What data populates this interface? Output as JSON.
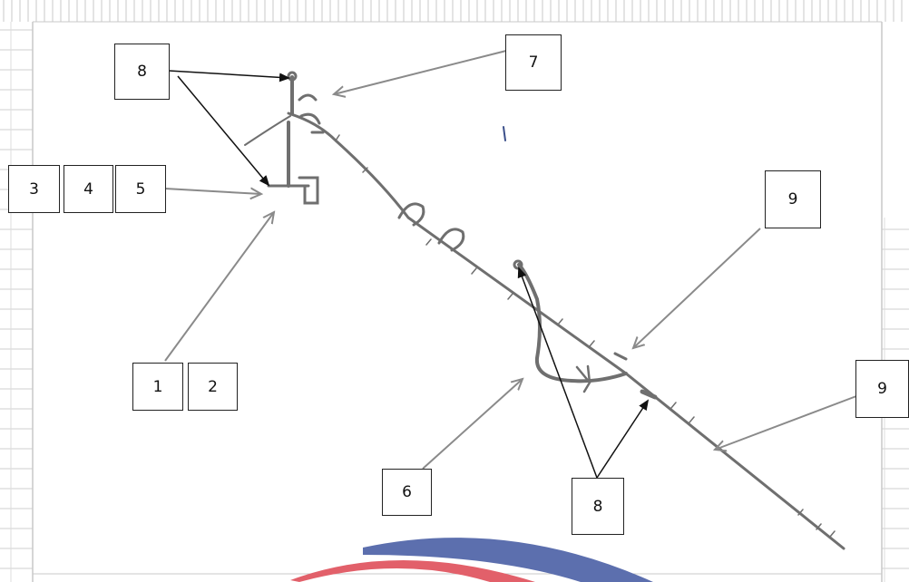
{
  "callouts": {
    "c8_top": "8",
    "c7": "7",
    "c3": "3",
    "c4": "4",
    "c5": "5",
    "c1": "1",
    "c2": "2",
    "c9_upper": "9",
    "c9_right": "9",
    "c6": "6",
    "c8_bottom": "8"
  },
  "colors": {
    "background": "#ffffff",
    "frame": "#c8c8c8",
    "pipe": "#6f6f6f",
    "arrow_black": "#111111",
    "arrow_gray": "#8a8a8a",
    "logo_blue": "#5c6fae",
    "logo_red": "#e2606a"
  }
}
